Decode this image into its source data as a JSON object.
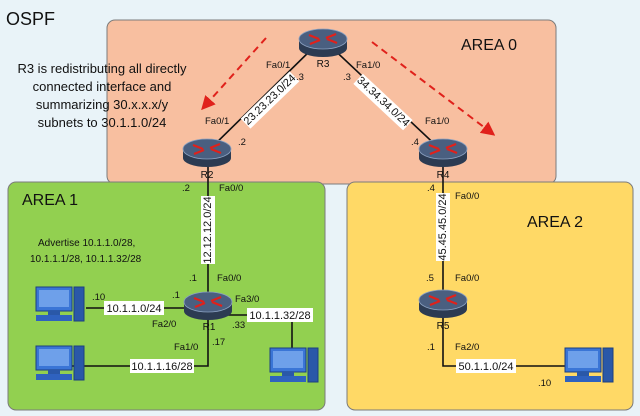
{
  "title": "OSPF",
  "note": [
    "R3 is redistributing all directly",
    "connected interface and",
    "summarizing 30.x.x.x/y",
    "subnets to 30.1.1.0/24"
  ],
  "areas": {
    "area0": "AREA 0",
    "area1": "AREA 1",
    "area2": "AREA 2"
  },
  "routers": {
    "r1": "R1",
    "r2": "R2",
    "r3": "R3",
    "r4": "R4",
    "r5": "R5"
  },
  "advertise": [
    "Advertise 10.1.1.0/28,",
    "10.1.1.1/28, 10.1.1.32/28"
  ],
  "links": {
    "r2_r3": "23.23.23.0/24",
    "r3_r4": "34.34.34.0/24",
    "r1_r2": "12.12.12.0/24",
    "r4_r5": "45.45.45.0/24",
    "r1_pc1": "10.1.1.0/24",
    "r1_pc2": "10.1.1.16/28",
    "r1_pc3": "10.1.1.32/28",
    "r5_pc4": "50.1.1.0/24"
  },
  "interfaces": {
    "r3_fa01": "Fa0/1",
    "r3_fa10": "Fa1/0",
    "r3_h3a": ".3",
    "r3_h3b": ".3",
    "r2_fa01": "Fa0/1",
    "r2_h2a": ".2",
    "r2_h2b": ".2",
    "r2_fa00": "Fa0/0",
    "r4_fa10": "Fa1/0",
    "r4_h4a": ".4",
    "r4_h4b": ".4",
    "r4_fa00": "Fa0/0",
    "r1_fa00": "Fa0/0",
    "r1_h1a": ".1",
    "r1_h1b": ".1",
    "r1_fa20": "Fa2/0",
    "r1_fa30": "Fa3/0",
    "r1_h33": ".33",
    "r1_fa10": "Fa1/0",
    "r1_h17": ".17",
    "pc1_h10": ".10",
    "r5_h5": ".5",
    "r5_fa00": "Fa0/0",
    "r5_h1": ".1",
    "r5_fa20": "Fa2/0",
    "pc4_h10": ".10"
  },
  "colors": {
    "area0": "#f8bfa0",
    "area1": "#92d050",
    "area2": "#ffd966",
    "router": "#3c4f6a",
    "arrow": "#e0211b",
    "pc": "#2e63c9"
  }
}
